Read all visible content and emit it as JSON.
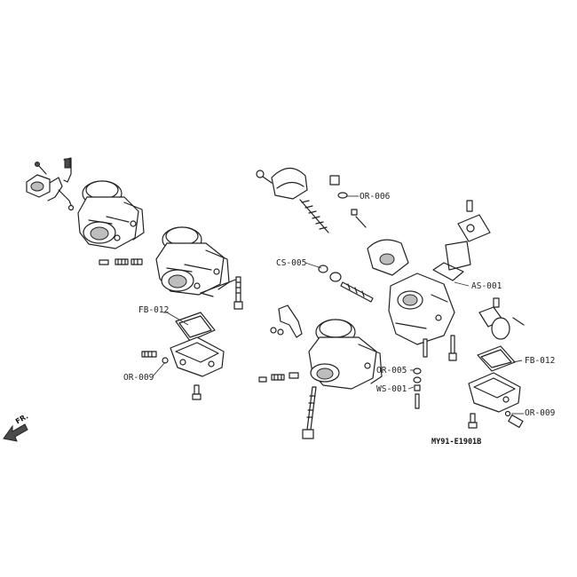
{
  "labels": {
    "or_006": "OR-006",
    "cs_005": "CS-005",
    "as_001": "AS-001",
    "fb_012_left": "FB-012",
    "fb_012_right": "FB-012",
    "or_009_left": "OR-009",
    "or_009_right": "OR-009",
    "or_005": "OR-005",
    "ws_001": "WS-001"
  },
  "direction_marker": "FR.",
  "diagram_code": "MY91-E1901B"
}
